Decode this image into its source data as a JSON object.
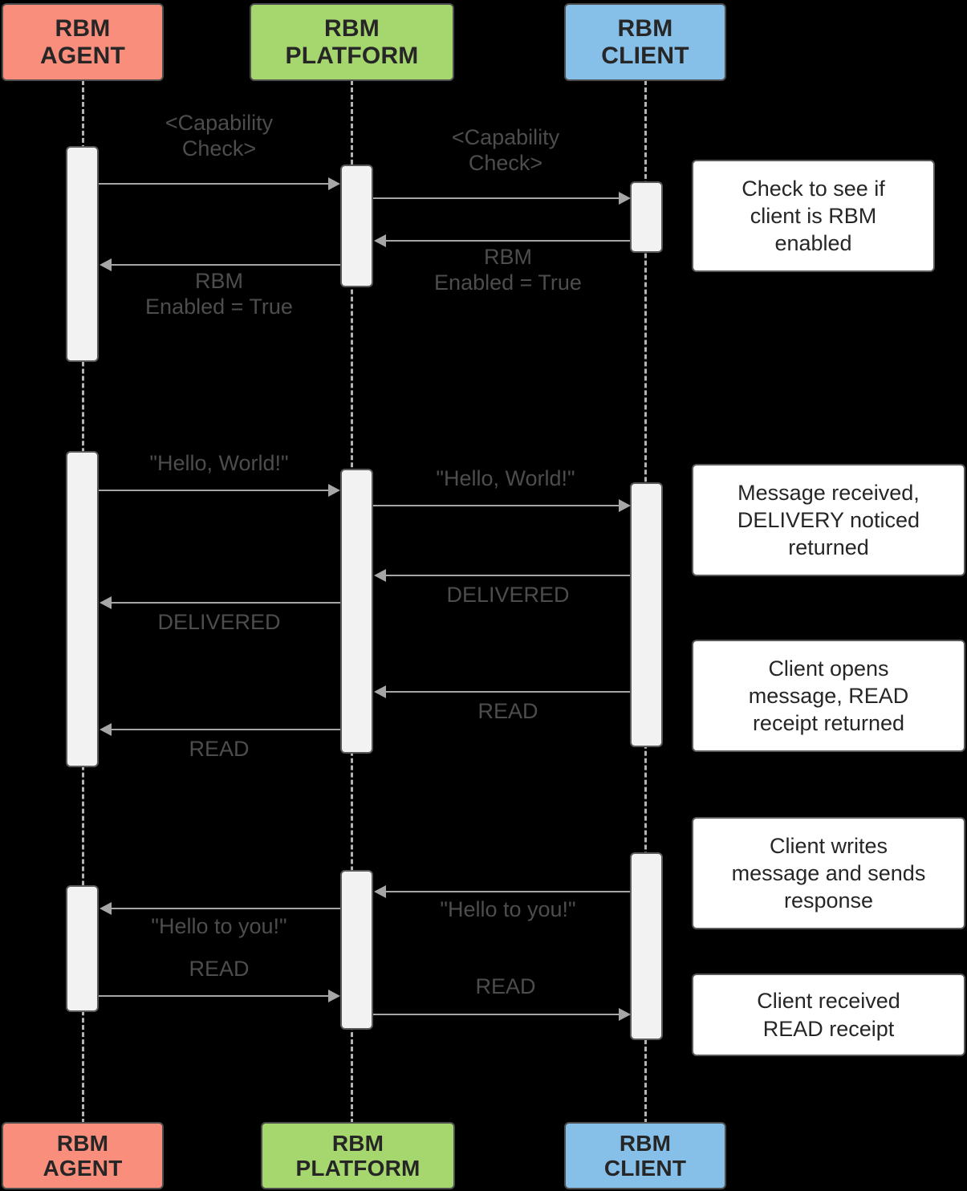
{
  "diagram": {
    "type": "sequence-diagram",
    "title": "RBM message flow sequence"
  },
  "participants": [
    {
      "id": "agent",
      "label": "RBM\nAGENT",
      "color": "#fa8e7d"
    },
    {
      "id": "platform",
      "label": "RBM\nPLATFORM",
      "color": "#a6d76f"
    },
    {
      "id": "client",
      "label": "RBM\nCLIENT",
      "color": "#86bfe8"
    }
  ],
  "footer_participants": [
    {
      "id": "agent",
      "label": "RBM\nAGENT",
      "color": "#fa8e7d"
    },
    {
      "id": "platform",
      "label": "RBM\nPLATFORM",
      "color": "#a6d76f"
    },
    {
      "id": "client",
      "label": "RBM\nCLIENT",
      "color": "#86bfe8"
    }
  ],
  "messages": [
    {
      "id": "m1",
      "from": "agent",
      "to": "platform",
      "direction": "right",
      "label": "<Capability\nCheck>"
    },
    {
      "id": "m2",
      "from": "platform",
      "to": "client",
      "direction": "right",
      "label": "<Capability\nCheck>"
    },
    {
      "id": "m3",
      "from": "client",
      "to": "platform",
      "direction": "left",
      "label": "RBM\nEnabled = True"
    },
    {
      "id": "m4",
      "from": "platform",
      "to": "agent",
      "direction": "left",
      "label": "RBM\nEnabled = True"
    },
    {
      "id": "m5",
      "from": "agent",
      "to": "platform",
      "direction": "right",
      "label": "\"Hello, World!\""
    },
    {
      "id": "m6",
      "from": "platform",
      "to": "client",
      "direction": "right",
      "label": "\"Hello, World!\""
    },
    {
      "id": "m7",
      "from": "client",
      "to": "platform",
      "direction": "left",
      "label": "DELIVERED"
    },
    {
      "id": "m8",
      "from": "platform",
      "to": "agent",
      "direction": "left",
      "label": "DELIVERED"
    },
    {
      "id": "m9",
      "from": "client",
      "to": "platform",
      "direction": "left",
      "label": "READ"
    },
    {
      "id": "m10",
      "from": "platform",
      "to": "agent",
      "direction": "left",
      "label": "READ"
    },
    {
      "id": "m11",
      "from": "client",
      "to": "platform",
      "direction": "left",
      "label": "\"Hello to you!\""
    },
    {
      "id": "m12",
      "from": "platform",
      "to": "agent",
      "direction": "left",
      "label": "\"Hello to you!\""
    },
    {
      "id": "m13",
      "from": "agent",
      "to": "platform",
      "direction": "right",
      "label": "READ"
    },
    {
      "id": "m14",
      "from": "platform",
      "to": "client",
      "direction": "right",
      "label": "READ"
    }
  ],
  "notes": [
    {
      "id": "n1",
      "text": "Check to see if\nclient is RBM\nenabled"
    },
    {
      "id": "n2",
      "text": "Message received,\nDELIVERY noticed\nreturned"
    },
    {
      "id": "n3",
      "text": "Client opens\nmessage, READ\nreceipt returned"
    },
    {
      "id": "n4",
      "text": "Client writes\nmessage and sends\nresponse"
    },
    {
      "id": "n5",
      "text": "Client received\nREAD receipt"
    }
  ],
  "colors": {
    "background": "#000000",
    "agent": "#fa8e7d",
    "platform": "#a6d76f",
    "client": "#86bfe8",
    "activation_fill": "#f2f2f2",
    "activation_border": "#595959",
    "lifeline": "#b3b3b3",
    "arrow": "#a6a6a6",
    "message_text": "#4d4d4d",
    "note_text": "#262626",
    "note_fill": "#ffffff"
  }
}
